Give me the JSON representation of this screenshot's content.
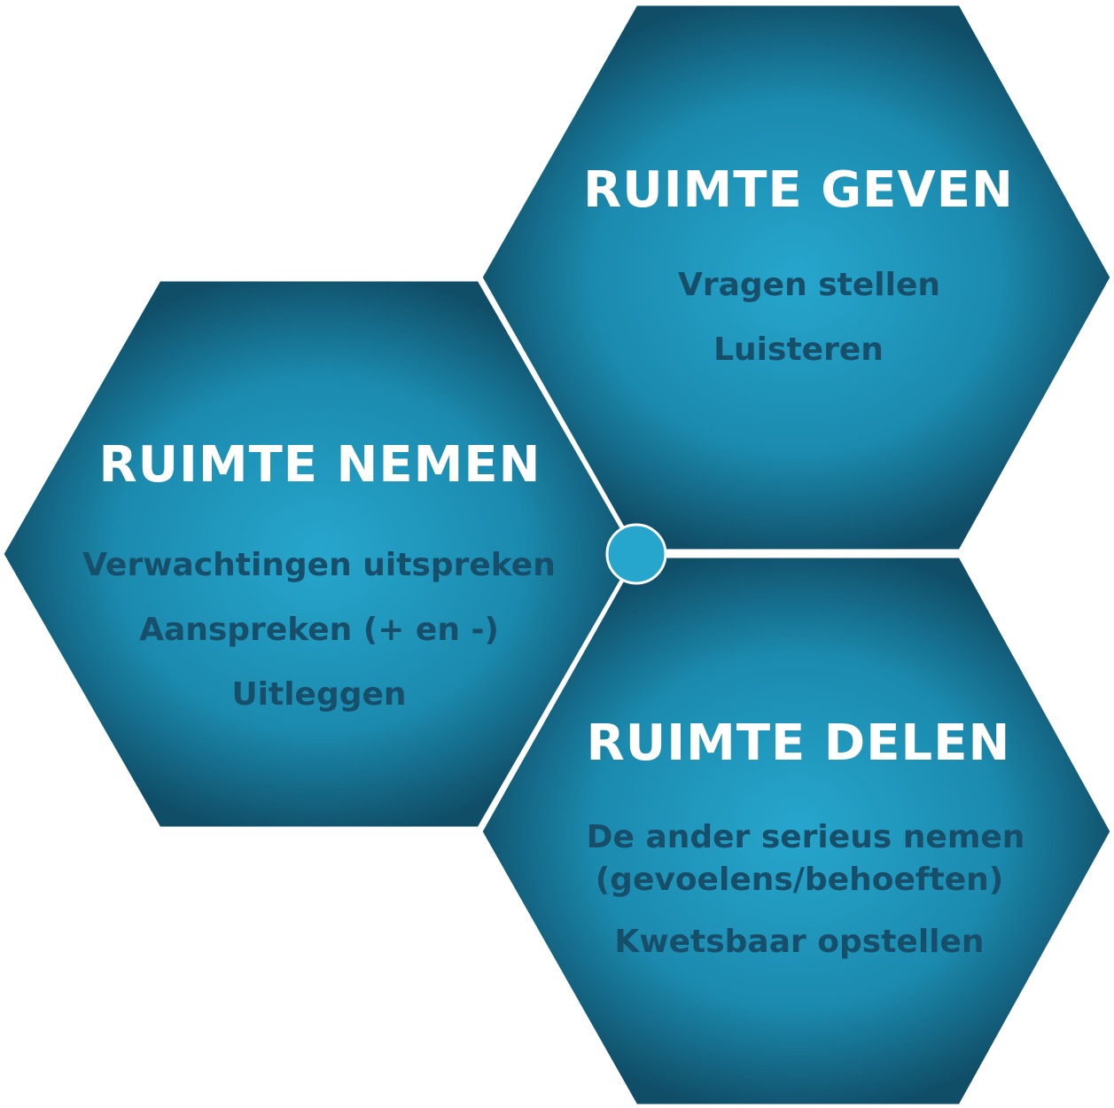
{
  "colors": {
    "hex_center": "#27a6cd",
    "hex_mid": "#1b8aae",
    "hex_edge": "#104e68",
    "title_text": "#ffffff",
    "item_text": "#174f6b",
    "connector": "#ffffff"
  },
  "hexagons": [
    {
      "id": "geven",
      "title": "RUIMTE GEVEN",
      "items": [
        "Vragen stellen",
        "Luisteren"
      ]
    },
    {
      "id": "nemen",
      "title": "RUIMTE NEMEN",
      "items": [
        "Verwachtingen uitspreken",
        "Aanspreken (+ en -)",
        "Uitleggen"
      ]
    },
    {
      "id": "delen",
      "title": "RUIMTE DELEN",
      "items": [
        "De ander serieus nemen",
        "(gevoelens/behoeften)",
        "Kwetsbaar opstellen"
      ]
    }
  ]
}
